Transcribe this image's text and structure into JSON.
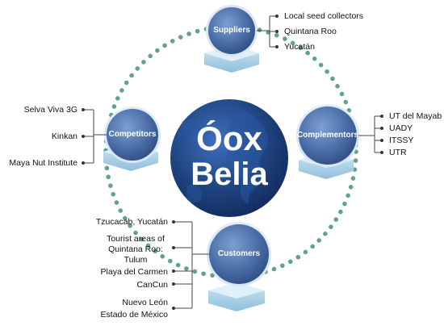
{
  "center": {
    "line1": "Óox",
    "line2": "Belia"
  },
  "nodes": {
    "suppliers": {
      "title": "Suppliers",
      "items": [
        "Local seed collectors",
        "Quintana Roo",
        "Yucatán"
      ]
    },
    "complementors": {
      "title": "Complementors",
      "items": [
        "UT del Mayab",
        "UADY",
        "ITSSY",
        "UTR"
      ]
    },
    "competitors": {
      "title": "Competitors",
      "items": [
        "Selva Viva 3G",
        "Kinkan",
        "Maya Nut Institute"
      ]
    },
    "customers": {
      "title": "Customers",
      "items": [
        "Tzucacab, Yucatán",
        "Tourist areas of",
        "Quintana Roo:",
        "Tulum",
        "Playa del Carmen",
        "CanCun",
        "Nuevo León",
        "Estado de México"
      ]
    }
  },
  "colors": {
    "node_dark": "#3d5f96",
    "node_light": "#6f93c8",
    "ring": "#5fa38a",
    "center_dark": "#17336b",
    "center_light": "#2f5fa8",
    "platform": "#a9cde4"
  }
}
